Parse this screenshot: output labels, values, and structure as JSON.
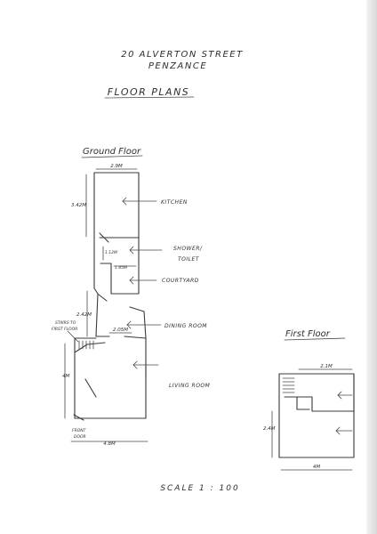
{
  "address": {
    "line1": "20 ALVERTON STREET",
    "line2": "PENZANCE"
  },
  "heading": "FLOOR PLANS",
  "ground_floor": {
    "title": "Ground Floor",
    "rooms": {
      "kitchen": "KITCHEN",
      "shower_toilet_1": "SHOWER/",
      "shower_toilet_2": "TOILET",
      "courtyard": "COURTYARD",
      "dining_room": "DINING ROOM",
      "living_room": "LIVING ROOM"
    },
    "dimensions": {
      "kitchen_width": "2.9M",
      "kitchen_length": "3.42M",
      "shower_length": "1.12M",
      "shower_width": "1.45M",
      "dining_length": "2.42M",
      "dining_width": "2.05M",
      "living_length": "4M",
      "front_width": "4.8M"
    },
    "notes": {
      "stairs_1": "STAIRS TO",
      "stairs_2": "FIRST FLOOR",
      "front_door_1": "FRONT",
      "front_door_2": "DOOR"
    }
  },
  "first_floor": {
    "title": "First Floor",
    "dimensions": {
      "top_width": "2.1M",
      "height": "2.4M",
      "bottom_width": "4M"
    }
  },
  "scale": "SCALE 1 : 100"
}
